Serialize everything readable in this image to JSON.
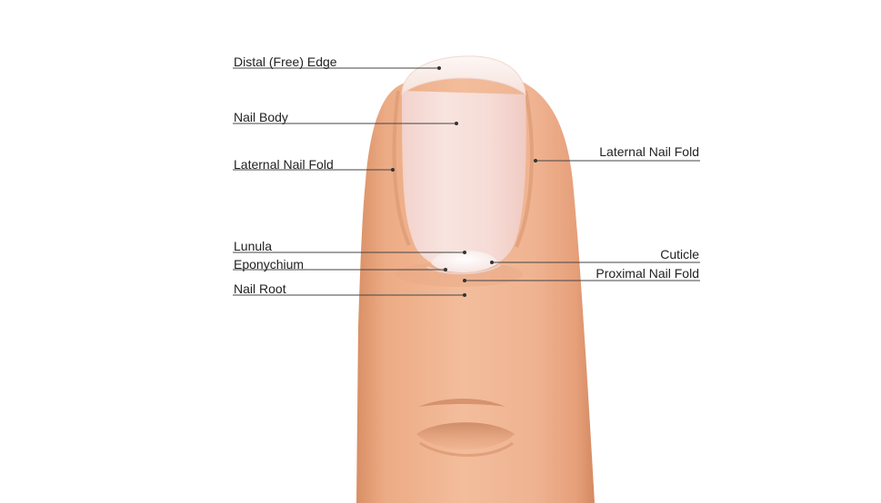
{
  "diagram": {
    "labels": {
      "distal_free_edge": "Distal (Free) Edge",
      "nail_body": "Nail Body",
      "lateral_nail_fold_left": "Laternal Nail Fold",
      "lateral_nail_fold_right": "Laternal Nail Fold",
      "lunula": "Lunula",
      "eponychium": "Eponychium",
      "nail_root": "Nail Root",
      "cuticle": "Cuticle",
      "proximal_nail_fold": "Proximal Nail Fold"
    },
    "colors": {
      "skin": "#efb28c",
      "skin_shadow": "#d8946c",
      "nail": "#f6dcd6",
      "nail_free_edge": "#fbf1ee",
      "lunula": "#fbf3f0",
      "leader_line": "#444444"
    }
  }
}
